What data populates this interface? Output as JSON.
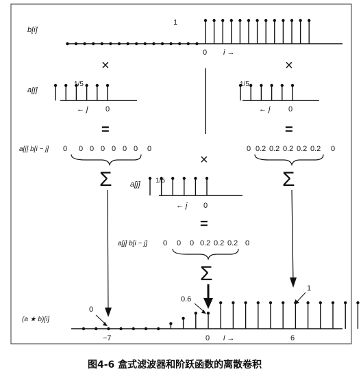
{
  "caption": "图4-6   盒式滤波器和阶跃函数的离散卷积",
  "top_step": {
    "label": "b[i]",
    "height_label": "1",
    "origin_label": "0",
    "axis_arrow_label": "i →"
  },
  "left_box": {
    "label": "a[j]",
    "height_label": "1/5",
    "axis_arrow_label": "← j",
    "origin_label": "0"
  },
  "right_box": {
    "height_label": "1/5",
    "axis_arrow_label": "← j",
    "origin_label": "0"
  },
  "middle_box": {
    "label": "a[j]",
    "height_label": "1/5",
    "axis_arrow_label": "← j",
    "origin_label": "0"
  },
  "operators": {
    "times": "×",
    "equals": "=",
    "sum": "Σ"
  },
  "left_product": {
    "label": "a[j] b[i − j]",
    "values": [
      "0",
      "0",
      "0",
      "0",
      "0",
      "0",
      "0",
      "0"
    ]
  },
  "right_product": {
    "values": [
      "0",
      "0.2",
      "0.2",
      "0.2",
      "0.2",
      "0.2",
      "0"
    ]
  },
  "middle_product": {
    "label": "a[j] b[i − j]",
    "values": [
      "0",
      "0",
      "0",
      "0.2",
      "0.2",
      "0.2",
      "0"
    ]
  },
  "result": {
    "label": "(a ★ b)[i]",
    "annot_left": "0",
    "annot_mid": "0.6",
    "annot_right": "1",
    "tick_neg7": "−7",
    "tick_0": "0",
    "tick_6": "6",
    "axis_arrow_label": "i →"
  },
  "chart_data": {
    "type": "line",
    "title": "",
    "series": [
      {
        "name": "b[i]",
        "x": [
          -16,
          -15,
          -14,
          -13,
          -12,
          -11,
          -10,
          -9,
          -8,
          -7,
          -6,
          -5,
          -4,
          -3,
          -2,
          -1,
          0,
          1,
          2,
          3,
          4,
          5,
          6,
          7,
          8,
          9,
          10,
          11,
          12
        ],
        "values": [
          0,
          0,
          0,
          0,
          0,
          0,
          0,
          0,
          0,
          0,
          0,
          0,
          0,
          0,
          0,
          0,
          1,
          1,
          1,
          1,
          1,
          1,
          1,
          1,
          1,
          1,
          1,
          1,
          1
        ]
      },
      {
        "name": "a[j]",
        "x": [
          -5,
          -4,
          -3,
          -2,
          -1,
          0
        ],
        "values": [
          0.2,
          0.2,
          0.2,
          0.2,
          0.2,
          0.2
        ]
      },
      {
        "name": "(a ★ b)[i]",
        "x": [
          -10,
          -9,
          -8,
          -7,
          -6,
          -5,
          -4,
          -3,
          -2,
          -1,
          0,
          1,
          2,
          3,
          4,
          5,
          6,
          7,
          8,
          9,
          10,
          11,
          12,
          13
        ],
        "values": [
          0,
          0,
          0,
          0,
          0,
          0,
          0,
          0.2,
          0.4,
          0.6,
          0.6,
          1,
          1,
          1,
          1,
          1,
          1,
          1,
          1,
          1,
          1,
          1,
          1,
          1
        ]
      }
    ]
  }
}
